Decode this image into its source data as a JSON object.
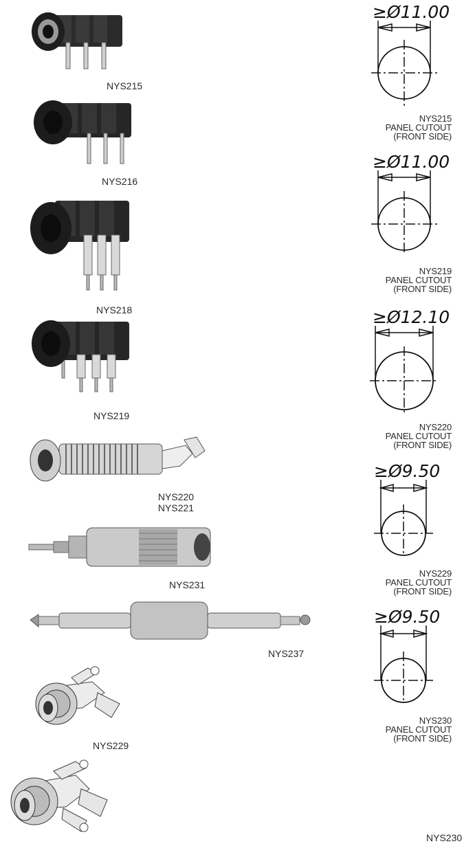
{
  "products": [
    {
      "model": "NYS215"
    },
    {
      "model": "NYS216"
    },
    {
      "model": "NYS218"
    },
    {
      "model": "NYS219"
    },
    {
      "model": "NYS220",
      "model_alt": "NYS221"
    },
    {
      "model": "NYS231"
    },
    {
      "model": "NYS237"
    },
    {
      "model": "NYS229"
    },
    {
      "model": "NYS230"
    }
  ],
  "cutouts": [
    {
      "model": "NYS215",
      "diameter": "≥Ø11.00",
      "line1": "PANEL CUTOUT",
      "line2": "(FRONT SIDE)"
    },
    {
      "model": "NYS219",
      "diameter": "≥Ø11.00",
      "line1": "PANEL CUTOUT",
      "line2": "(FRONT SIDE)"
    },
    {
      "model": "NYS220",
      "diameter": "≥Ø12.10",
      "line1": "PANEL CUTOUT",
      "line2": "(FRONT SIDE)"
    },
    {
      "model": "NYS229",
      "diameter": "≥Ø9.50",
      "line1": "PANEL CUTOUT",
      "line2": "(FRONT SIDE)"
    },
    {
      "model": "NYS230",
      "diameter": "≥Ø9.50",
      "line1": "PANEL CUTOUT",
      "line2": "(FRONT SIDE)"
    }
  ]
}
